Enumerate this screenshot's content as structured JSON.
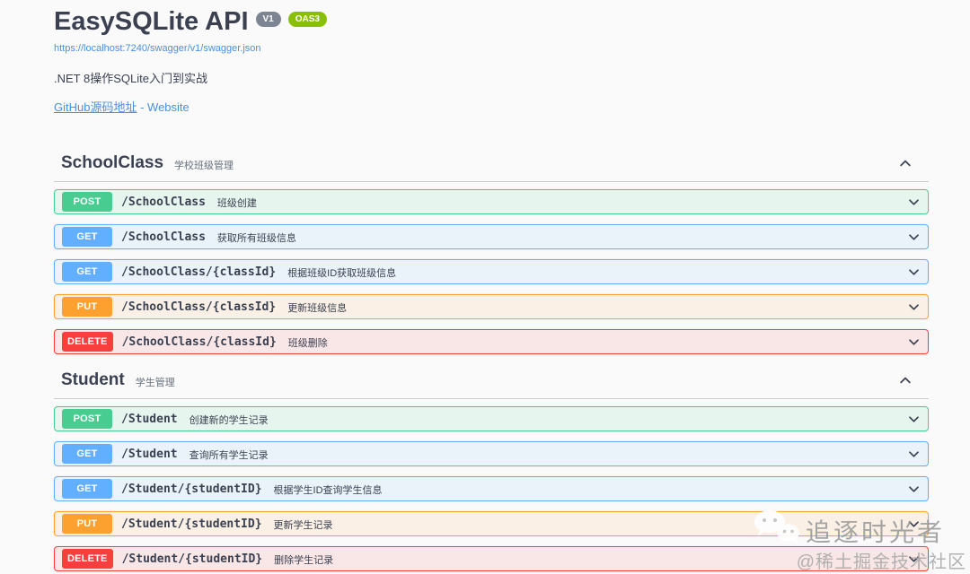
{
  "info": {
    "title": "EasySQLite API",
    "version_badge": "V1",
    "oas_badge": "OAS3",
    "spec_url": "https://localhost:7240/swagger/v1/swagger.json",
    "description": ".NET 8操作SQLite入门到实战",
    "github_link": "GitHub源码地址",
    "links_separator": " - ",
    "website_link": "Website"
  },
  "colors": {
    "post": "#49cc90",
    "get": "#61affe",
    "put": "#fca130",
    "delete": "#f93e3e",
    "version_badge_bg": "#7d8492",
    "oas_badge_bg": "#89bf04",
    "link": "#4990e2",
    "text": "#3b4151",
    "page_bg": "#fafafa"
  },
  "sections": [
    {
      "name": "SchoolClass",
      "subtitle": "学校班级管理",
      "expanded": true,
      "endpoints": [
        {
          "method": "POST",
          "path": "/SchoolClass",
          "summary": "班级创建"
        },
        {
          "method": "GET",
          "path": "/SchoolClass",
          "summary": "获取所有班级信息"
        },
        {
          "method": "GET",
          "path": "/SchoolClass/{classId}",
          "summary": "根据班级ID获取班级信息"
        },
        {
          "method": "PUT",
          "path": "/SchoolClass/{classId}",
          "summary": "更新班级信息"
        },
        {
          "method": "DELETE",
          "path": "/SchoolClass/{classId}",
          "summary": "班级删除"
        }
      ]
    },
    {
      "name": "Student",
      "subtitle": "学生管理",
      "expanded": true,
      "endpoints": [
        {
          "method": "POST",
          "path": "/Student",
          "summary": "创建新的学生记录"
        },
        {
          "method": "GET",
          "path": "/Student",
          "summary": "查询所有学生记录"
        },
        {
          "method": "GET",
          "path": "/Student/{studentID}",
          "summary": "根据学生ID查询学生信息"
        },
        {
          "method": "PUT",
          "path": "/Student/{studentID}",
          "summary": "更新学生记录"
        },
        {
          "method": "DELETE",
          "path": "/Student/{studentID}",
          "summary": "删除学生记录"
        }
      ]
    }
  ],
  "watermark": {
    "icon": "wechat-icon",
    "name": "追逐时光者",
    "community": "@稀土掘金技术社区"
  }
}
